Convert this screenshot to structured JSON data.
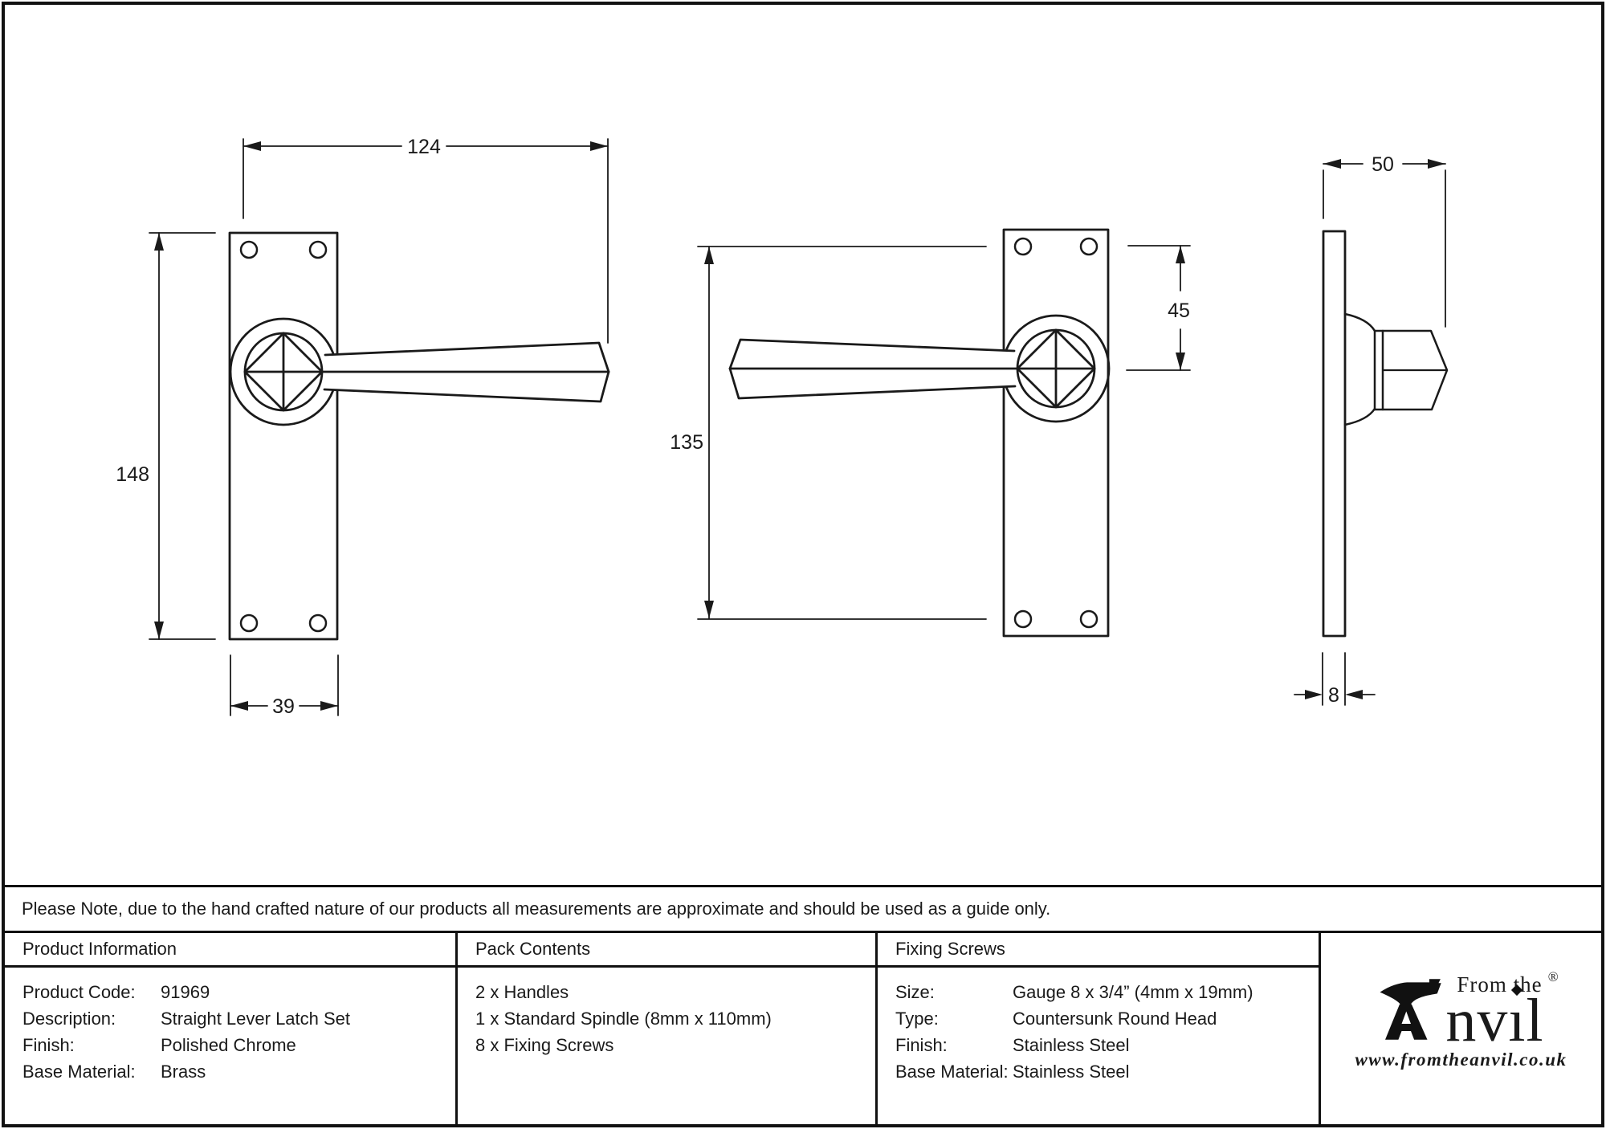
{
  "note": "Please Note, due to the hand crafted nature of our products all measurements are approximate and should be used as a guide only.",
  "line_color": "#1a1a1a",
  "dimensions": {
    "front_width": "124",
    "front_height": "148",
    "plate_width": "39",
    "lever_length": "135",
    "rose_offset": "45",
    "side_depth": "50",
    "plate_thickness": "8"
  },
  "table": {
    "product_information": {
      "title": "Product Information",
      "rows": [
        {
          "label": "Product Code:",
          "value": "91969"
        },
        {
          "label": "Description:",
          "value": "Straight Lever Latch Set"
        },
        {
          "label": "Finish:",
          "value": "Polished Chrome"
        },
        {
          "label": "Base Material:",
          "value": "Brass"
        }
      ]
    },
    "pack_contents": {
      "title": "Pack Contents",
      "items": [
        "2 x Handles",
        "1 x Standard Spindle (8mm x 110mm)",
        "8 x Fixing Screws"
      ]
    },
    "fixing_screws": {
      "title": "Fixing Screws",
      "rows": [
        {
          "label": "Size:",
          "value": "Gauge 8 x 3/4” (4mm x 19mm)"
        },
        {
          "label": "Type:",
          "value": "Countersunk Round Head"
        },
        {
          "label": "Finish:",
          "value": "Stainless Steel"
        },
        {
          "label": "Base Material:",
          "value": "Stainless Steel"
        }
      ]
    },
    "logo": {
      "tagline": "From the",
      "brand_nv": "nv",
      "brand_i": "ı",
      "brand_l": "l",
      "registered": "®",
      "website": "www.fromtheanvil.co.uk"
    }
  }
}
